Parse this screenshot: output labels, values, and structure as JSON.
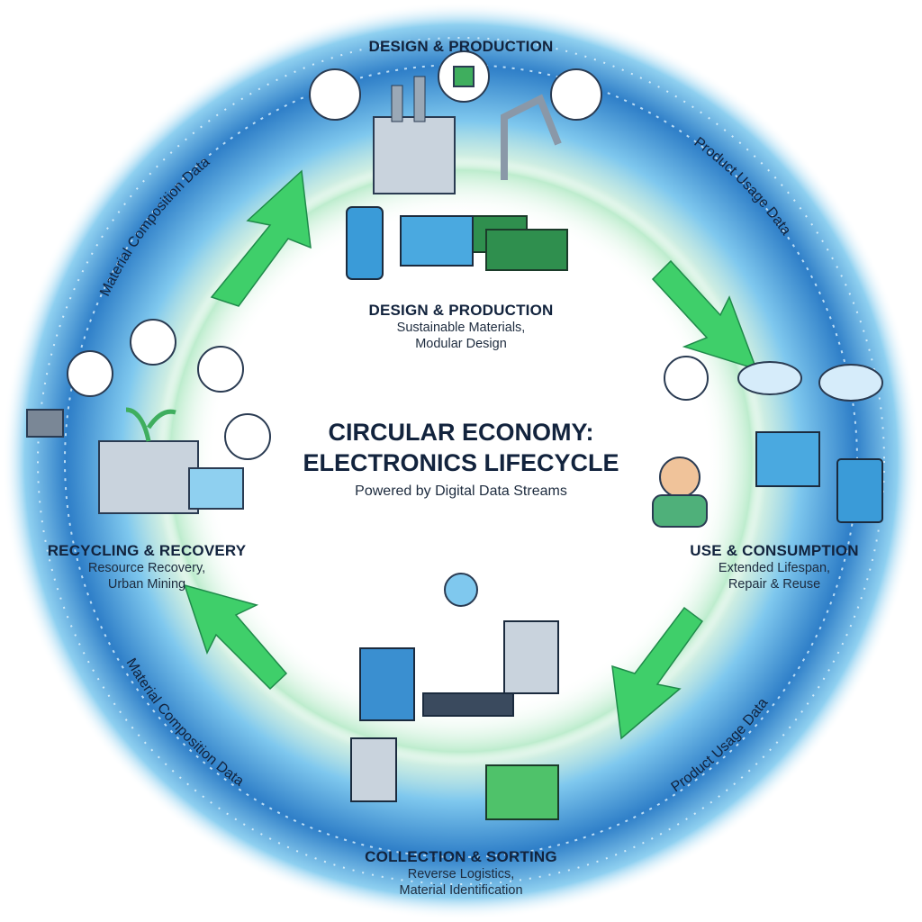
{
  "title": {
    "line1": "CIRCULAR ECONOMY:",
    "line2": "ELECTRONICS LIFECYCLE",
    "subtitle": "Powered by Digital Data Streams"
  },
  "top_heading": "DESIGN & PRODUCTION",
  "stages": [
    {
      "heading": "DESIGN & PRODUCTION",
      "line1": "Sustainable Materials,",
      "line2": "Modular Design"
    },
    {
      "heading": "USE & CONSUMPTION",
      "line1": "Extended Lifespan,",
      "line2": "Repair & Reuse"
    },
    {
      "heading": "COLLECTION & SORTING",
      "line1": "Reverse Logistics,",
      "line2": "Material Identification"
    },
    {
      "heading": "RECYCLING & RECOVERY",
      "line1": "Resource Recovery,",
      "line2": "Urban Mining"
    }
  ],
  "data_streams": {
    "top_left": "Material Composition Data",
    "top_right": "Product Usage Data",
    "bottom_left": "Material Composition Data",
    "bottom_right": "Product Usage Data"
  },
  "colors": {
    "ring_blue": "#2f7fc8",
    "ring_light": "#8fd0f0",
    "arrow_green": "#3fcf6a",
    "text_dark": "#12233d"
  }
}
